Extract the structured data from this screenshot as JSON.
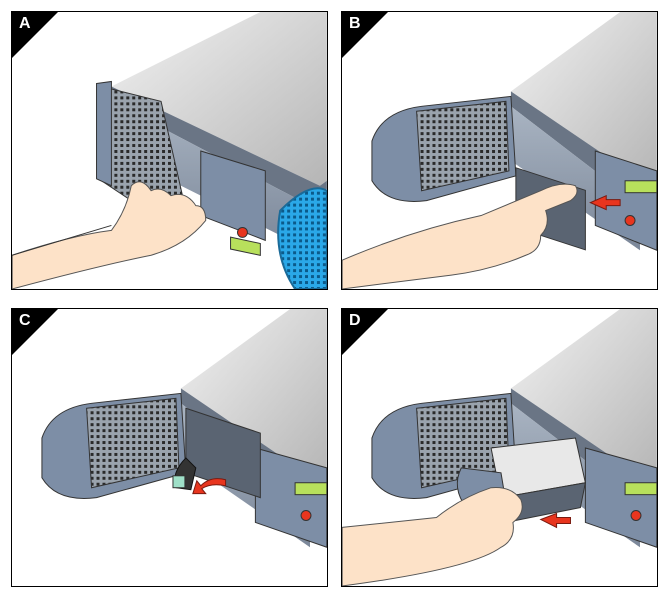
{
  "panels": [
    {
      "id": "a",
      "label": "A"
    },
    {
      "id": "b",
      "label": "B"
    },
    {
      "id": "c",
      "label": "C"
    },
    {
      "id": "d",
      "label": "D"
    }
  ],
  "colors": {
    "chassis_top": "#d4d4d4",
    "chassis_front": "#8a96a6",
    "bezel": "#7d8ea6",
    "lcd": "#b8e05c",
    "arrow": "#e8351e",
    "blue_bezel": "#2aa8e8",
    "skin": "#fde2c8",
    "latch_green": "#9fe0c8"
  },
  "icons": [
    "hand",
    "arrow-right",
    "arrow-left",
    "server-chassis",
    "drive-carrier",
    "bezel-grille"
  ]
}
